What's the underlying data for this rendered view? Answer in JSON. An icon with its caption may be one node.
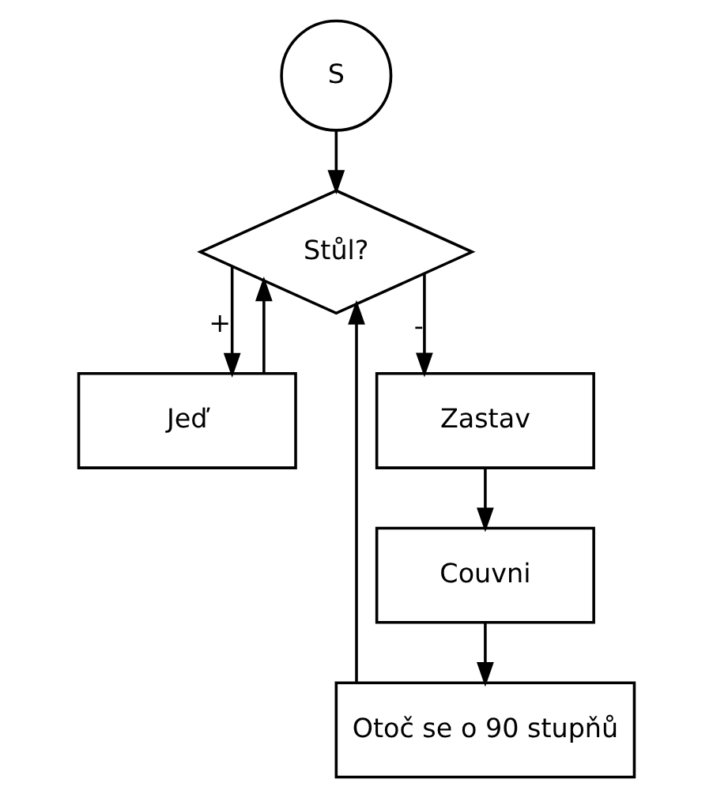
{
  "diagram": {
    "nodes": [
      {
        "text": [
          "S"
        ]
      },
      {
        "text": [
          "Stůl?"
        ]
      },
      {
        "text": [
          "Jeď"
        ]
      },
      {
        "text": [
          "Zastav"
        ]
      },
      {
        "text": [
          "Couvni"
        ]
      },
      {
        "text": [
          "Otoč se o 90 stupňů"
        ]
      }
    ],
    "edges": [
      {
        "from": 0,
        "to": 1,
        "arrow": "to"
      },
      {
        "from": 1,
        "to": 2,
        "arrow": "to",
        "label": "+"
      },
      {
        "from": 1,
        "to": 3,
        "arrow": "to",
        "label": "-"
      },
      {
        "from": 3,
        "to": 4,
        "arrow": "to"
      },
      {
        "from": 4,
        "to": 5,
        "arrow": "to"
      },
      {
        "from": 2,
        "to": 1,
        "arrow": "to"
      },
      {
        "from": 5,
        "to": 1,
        "arrow": "to"
      }
    ]
  }
}
